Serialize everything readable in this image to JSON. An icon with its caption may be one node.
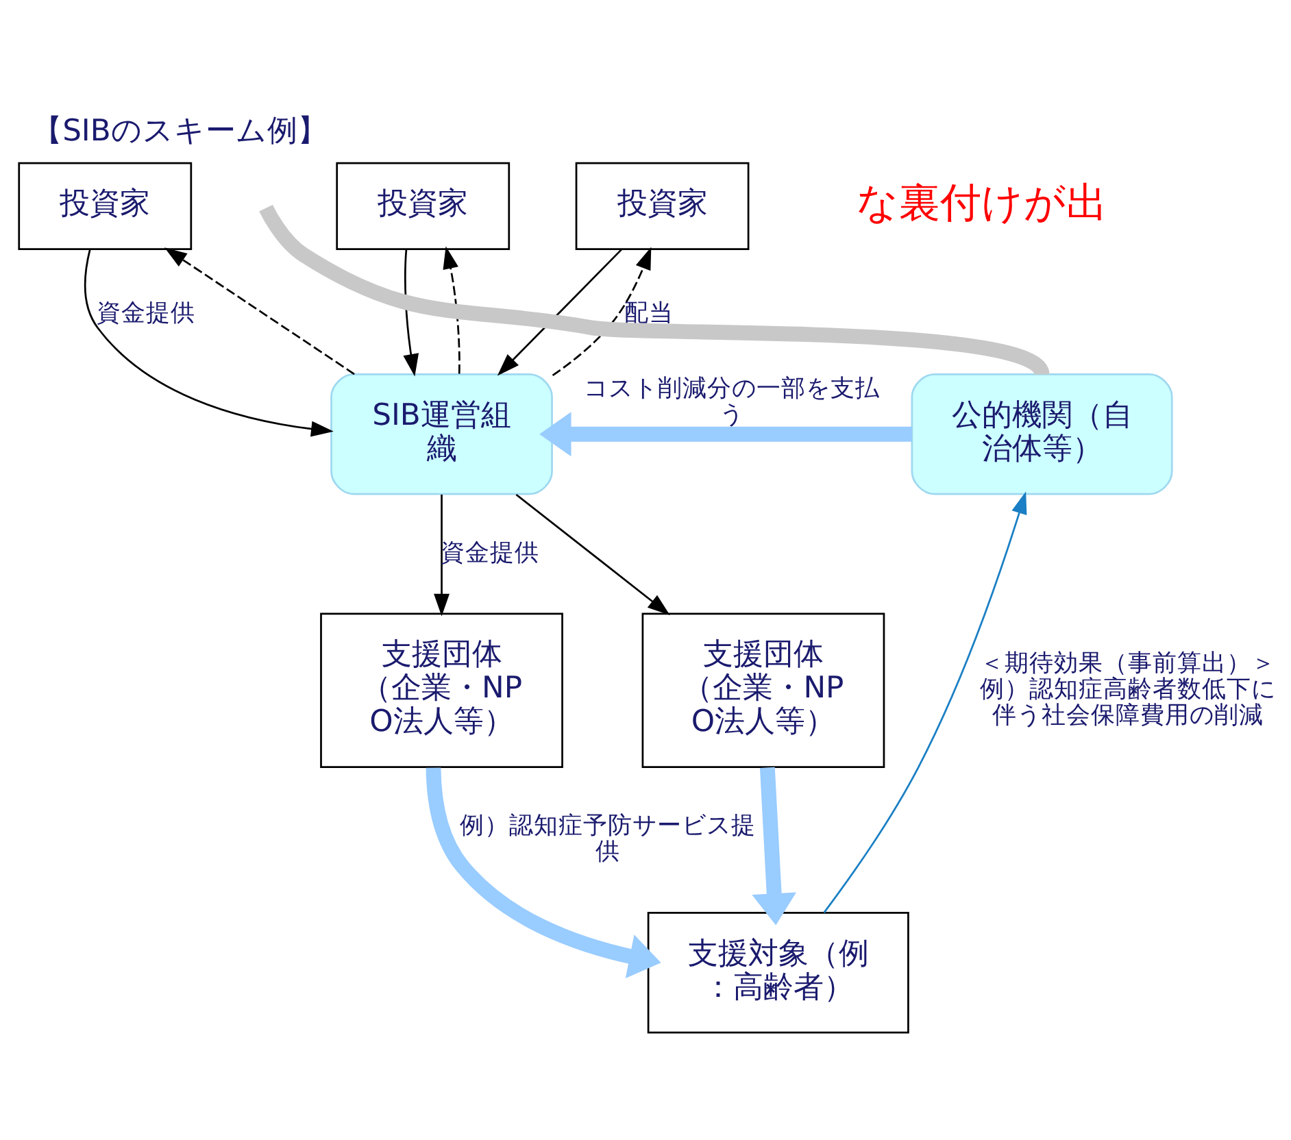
{
  "diagram": {
    "title": "【SIBのスキーム例】",
    "nodes": [
      {
        "text": [
          "投資家"
        ]
      },
      {
        "text": [
          "投資家"
        ]
      },
      {
        "text": [
          "投資家"
        ]
      },
      {
        "text": [
          "SIB運営組織"
        ]
      },
      {
        "text": [
          "公的機関（自治体等）"
        ]
      },
      {
        "text": [
          "支援団体",
          "（企業・NPO法人等）"
        ]
      },
      {
        "text": [
          "支援団体",
          "（企業・NPO法人等）"
        ]
      },
      {
        "text": [
          "支援対象（例：高齢者）"
        ]
      }
    ],
    "edges": [
      {
        "from": 0,
        "to": 3,
        "arrow": "to",
        "label": "資金提供"
      },
      {
        "from": 1,
        "to": 3,
        "arrow": "to"
      },
      {
        "from": 2,
        "to": 3,
        "arrow": "to"
      },
      {
        "from": 3,
        "to": 0,
        "arrow": "to",
        "style": "dashed"
      },
      {
        "from": 3,
        "to": 1,
        "arrow": "to",
        "style": "dashed"
      },
      {
        "from": 3,
        "to": 2,
        "arrow": "to",
        "style": "dashed",
        "label": "配当"
      },
      {
        "from": 4,
        "to": 3,
        "arrow": "to",
        "style": "thick",
        "color": "#99ccff",
        "label": "コスト削減分の一部を支払う"
      },
      {
        "from": 3,
        "to": 5,
        "arrow": "to",
        "label": "資金提供"
      },
      {
        "from": 3,
        "to": 6,
        "arrow": "to"
      },
      {
        "from": 5,
        "to": 7,
        "arrow": "to",
        "style": "thick",
        "color": "#99ccff",
        "label": "例）認知症予防サービス提供"
      },
      {
        "from": 6,
        "to": 7,
        "arrow": "to",
        "style": "thick",
        "color": "#99ccff"
      },
      {
        "from": 7,
        "to": 4,
        "arrow": "to",
        "color": "#1a7fc4",
        "label": "＜期待効果（事前算出）＞例）認知症高齢者数低下に伴う社会保障費用の削減"
      },
      {
        "from": 4,
        "to": null,
        "arrow": "none",
        "style": "thick",
        "color": "#c8c8c8"
      }
    ],
    "labels": [
      "な裏付けが出"
    ]
  }
}
